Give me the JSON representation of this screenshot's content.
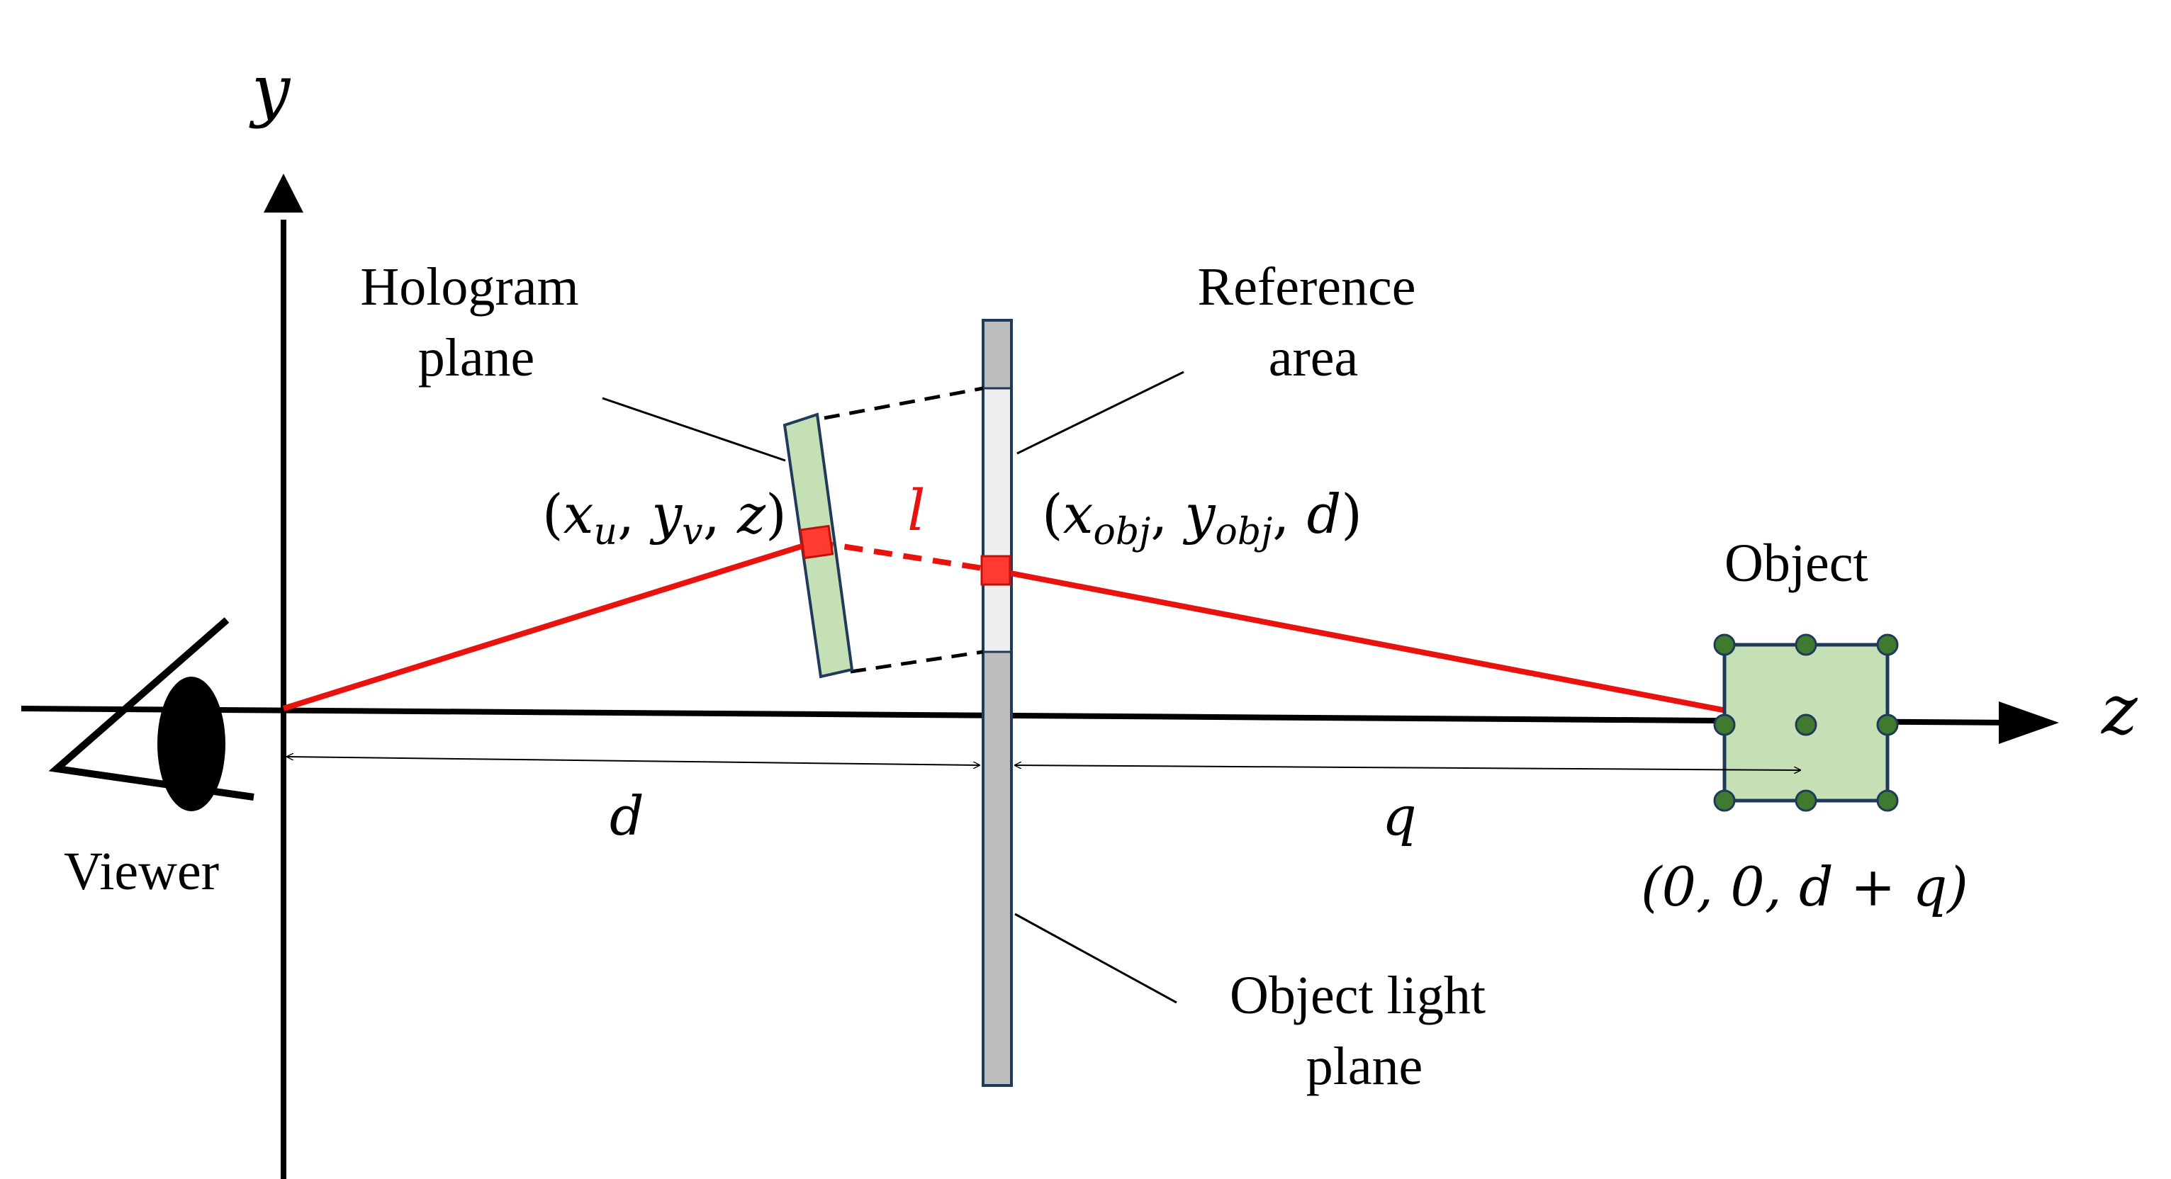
{
  "axes": {
    "y_label": "y",
    "z_label": "z"
  },
  "labels": {
    "hologram_plane": [
      "Hologram",
      "plane"
    ],
    "reference_area": [
      "Reference",
      "area"
    ],
    "object_light_plane": [
      "Object light",
      "plane"
    ],
    "object": "Object",
    "viewer": "Viewer",
    "path_length": "l",
    "distance_d": "d",
    "distance_q": "q"
  },
  "coordinates": {
    "hologram_point": {
      "open": "(",
      "x": "x",
      "x_sub": "u",
      "y": "y",
      "y_sub": "v",
      "z": "z",
      "sep": ", ",
      "close": ")"
    },
    "object_light_point": {
      "open": "(",
      "x": "x",
      "x_sub": "obj",
      "y": "y",
      "y_sub": "obj",
      "z": "d",
      "sep": ", ",
      "close": ")"
    },
    "object_center": "(0, 0, d + q)"
  },
  "colors": {
    "ray": "#e8130f",
    "hologram_fill": "#c5e0b4",
    "object_fill": "#c5e0b4",
    "object_point": "#3f7a2e",
    "plane_fill": "#bdbdbf",
    "reference_fill": "#eeeeee",
    "outline": "#1f3a5a",
    "marker": "#ff3b30"
  }
}
